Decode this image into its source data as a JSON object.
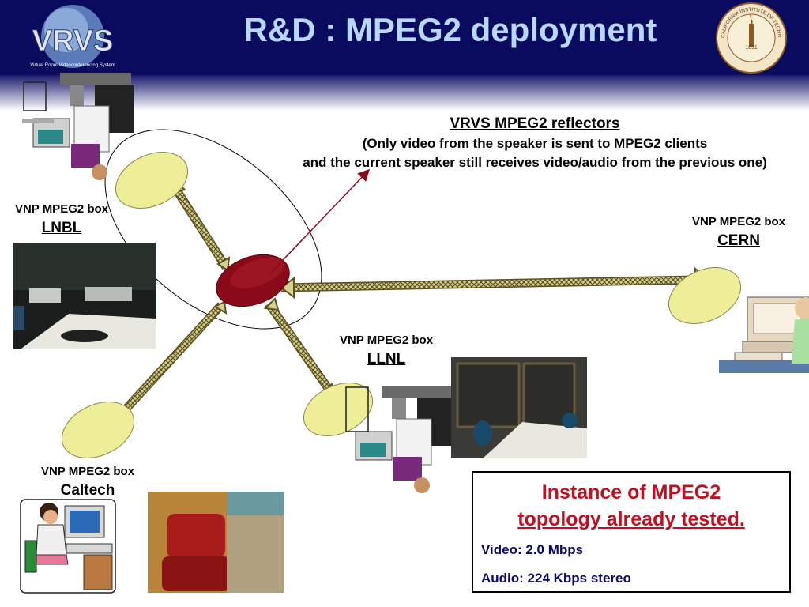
{
  "header": {
    "title": "R&D : MPEG2 deployment",
    "logo_text": "VRVS",
    "logo_subtitle": "Virtual Room Videoconferencing System",
    "seal_text": "CALIFORNIA INSTITUTE OF TECHNOLOGY",
    "seal_year": "1891"
  },
  "reflector": {
    "title": "VRVS MPEG2 reflectors",
    "line1": "(Only video from the speaker is sent to MPEG2 clients",
    "line2": "and the current speaker still receives video/audio from the previous one)"
  },
  "sites": {
    "lnbl": {
      "box_label": "VNP MPEG2 box",
      "name": "LNBL"
    },
    "cern": {
      "box_label": "VNP MPEG2 box",
      "name": "CERN"
    },
    "llnl": {
      "box_label": "VNP MPEG2 box",
      "name": "LLNL"
    },
    "caltech": {
      "box_label": "VNP MPEG2 box",
      "name": "Caltech"
    }
  },
  "info": {
    "title_line1": "Instance of MPEG2",
    "title_line2": "topology already tested.",
    "video": "Video: 2.0 Mbps",
    "audio": "Audio: 224 Kbps stereo"
  },
  "colors": {
    "header": "#0a0a5e",
    "title": "#b8d8ff",
    "reflector": "#8b0a1a",
    "client_box": "#eeee99",
    "link": "#a89a40",
    "info_title": "#c01020"
  }
}
